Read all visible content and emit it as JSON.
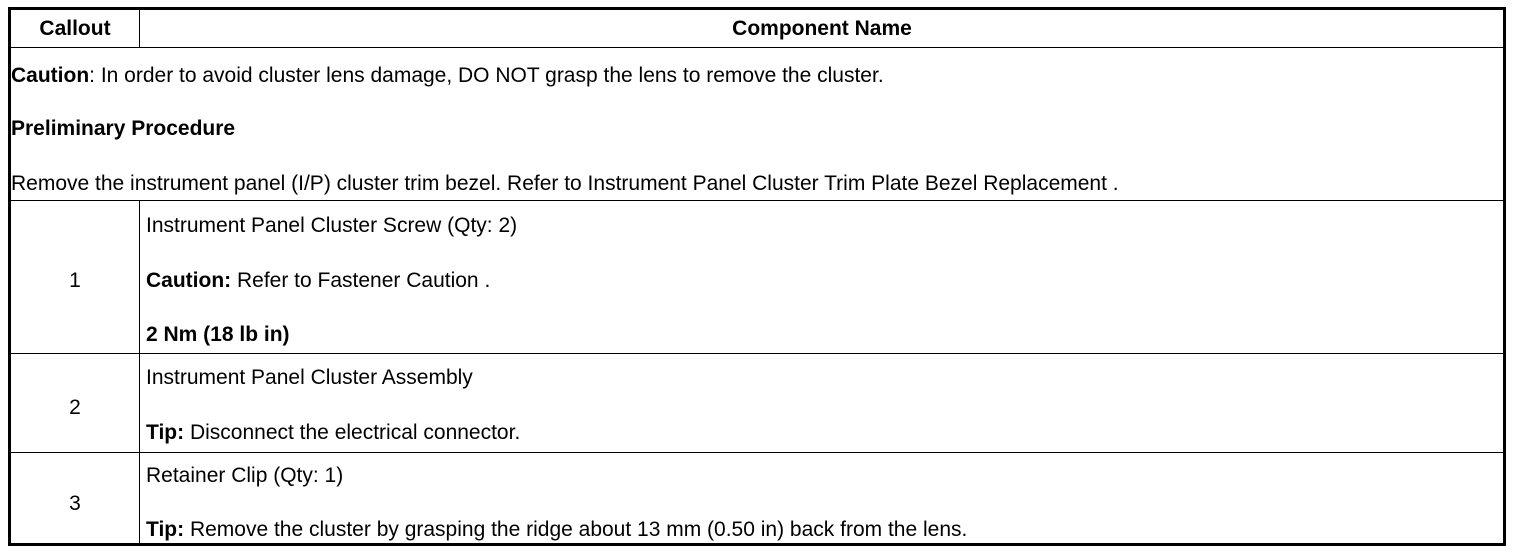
{
  "header": {
    "callout_label": "Callout",
    "component_label": "Component Name"
  },
  "intro": {
    "caution_label": "Caution",
    "caution_text": ": In order to avoid cluster lens damage, DO NOT grasp the lens to remove the cluster.",
    "preliminary_label": "Preliminary Procedure",
    "preliminary_text": "Remove the instrument panel (I/P) cluster trim bezel. Refer to Instrument Panel Cluster Trim Plate Bezel Replacement ."
  },
  "rows": [
    {
      "callout": "1",
      "name": "Instrument Panel Cluster Screw (Qty: 2)",
      "note_label": "Caution:",
      "note_text": " Refer to Fastener Caution .",
      "spec": "2 Nm (18 lb in)"
    },
    {
      "callout": "2",
      "name": "Instrument Panel Cluster Assembly",
      "note_label": "Tip:",
      "note_text": " Disconnect the electrical connector."
    },
    {
      "callout": "3",
      "name": "Retainer Clip (Qty: 1)",
      "note_label": "Tip:",
      "note_text": " Remove the cluster by grasping the ridge about 13 mm (0.50 in) back from the lens."
    }
  ]
}
